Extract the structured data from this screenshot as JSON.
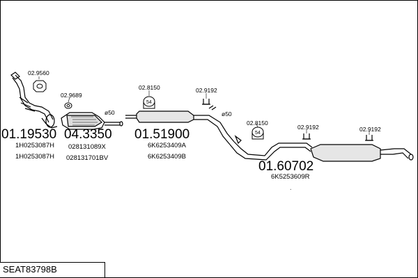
{
  "diagram_id": "SEAT83798B",
  "parts": [
    {
      "number": "01.19530",
      "refs": [
        "1H0253087H",
        "1H0253087H"
      ]
    },
    {
      "number": "04.3350",
      "refs": [
        "028131089X",
        "028131701BV"
      ]
    },
    {
      "number": "01.51900",
      "refs": [
        "6K6253409A",
        "6K6253409B"
      ]
    },
    {
      "number": "01.60702",
      "refs": [
        "6K5253609R"
      ]
    }
  ],
  "accessories": {
    "gasket_1": "02.9560",
    "gasket_2": "02.9689",
    "clamp_1": "02.8150",
    "clamp_2": "02.8150",
    "hanger_1": "02.9192",
    "hanger_2": "02.9192",
    "hanger_3": "02.9192"
  },
  "clamp_size_label": "54",
  "pipe_diameter_1": "ø50",
  "pipe_diameter_2": "ø50",
  "dot": "."
}
